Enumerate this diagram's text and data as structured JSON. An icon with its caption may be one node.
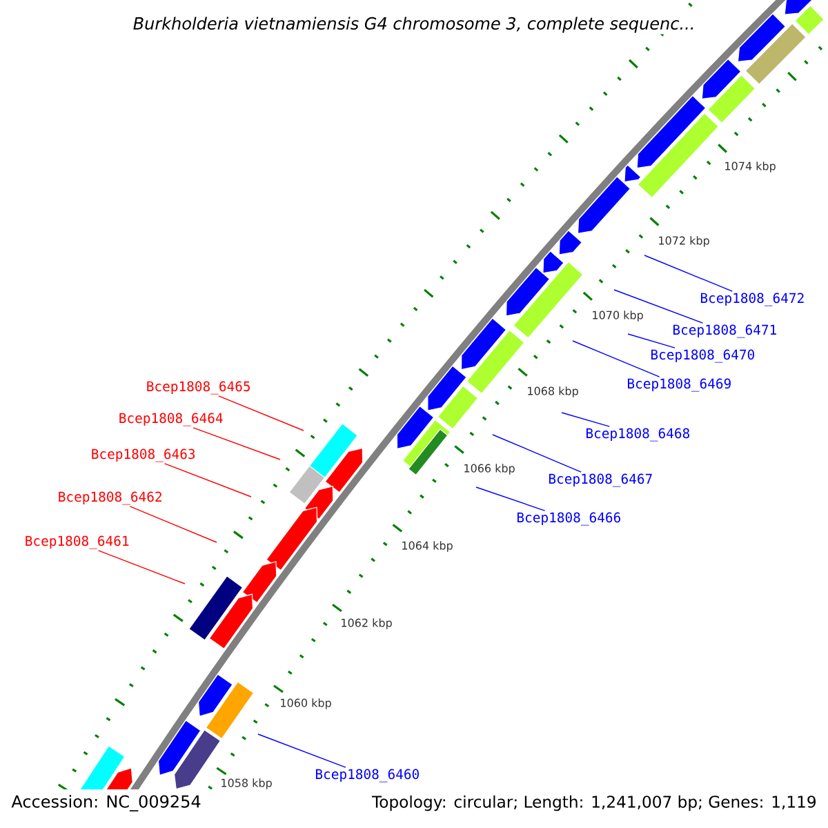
{
  "diagram": {
    "title": "Burkholderia vietnamiensis G4 chromosome 3, complete sequenc...",
    "nodes": [
      {
        "text": [
          "Bcep1808_6465"
        ]
      },
      {
        "text": [
          "Bcep1808_6464"
        ]
      },
      {
        "text": [
          "Bcep1808_6463"
        ]
      },
      {
        "text": [
          "Bcep1808_6462"
        ]
      },
      {
        "text": [
          "Bcep1808_6461"
        ]
      },
      {
        "text": [
          "Bcep1808_6472"
        ]
      },
      {
        "text": [
          "Bcep1808_6471"
        ]
      },
      {
        "text": [
          "Bcep1808_6470"
        ]
      },
      {
        "text": [
          "Bcep1808_6469"
        ]
      },
      {
        "text": [
          "Bcep1808_6468"
        ]
      },
      {
        "text": [
          "Bcep1808_6467"
        ]
      },
      {
        "text": [
          "Bcep1808_6466"
        ]
      },
      {
        "text": [
          "Bcep1808_6460"
        ]
      }
    ],
    "edges": [
      {
        "from": 0,
        "to": null,
        "arrow": "none",
        "color": "#ff0000"
      },
      {
        "from": 1,
        "to": null,
        "arrow": "none",
        "color": "#ff0000"
      },
      {
        "from": 2,
        "to": null,
        "arrow": "none",
        "color": "#ff0000"
      },
      {
        "from": 3,
        "to": null,
        "arrow": "none",
        "color": "#ff0000"
      },
      {
        "from": 4,
        "to": null,
        "arrow": "none",
        "color": "#ff0000"
      },
      {
        "from": 5,
        "to": null,
        "arrow": "none",
        "color": "#0000ff"
      },
      {
        "from": 6,
        "to": null,
        "arrow": "none",
        "color": "#0000ff"
      },
      {
        "from": 7,
        "to": null,
        "arrow": "none",
        "color": "#0000ff"
      },
      {
        "from": 8,
        "to": null,
        "arrow": "none",
        "color": "#0000ff"
      },
      {
        "from": 9,
        "to": null,
        "arrow": "none",
        "color": "#0000ff"
      },
      {
        "from": 10,
        "to": null,
        "arrow": "none",
        "color": "#0000ff"
      },
      {
        "from": 11,
        "to": null,
        "arrow": "none",
        "color": "#0000ff"
      },
      {
        "from": 12,
        "to": null,
        "arrow": "none",
        "color": "#0000ff"
      }
    ],
    "labels": [
      "1074 kbp",
      "1072 kbp",
      "1070 kbp",
      "1068 kbp",
      "1066 kbp",
      "1064 kbp",
      "1062 kbp",
      "1060 kbp",
      "1058 kbp",
      "Accession: NC_009254",
      "Topology: circular; Length: 1,241,007 bp; Genes: 1,119"
    ]
  }
}
